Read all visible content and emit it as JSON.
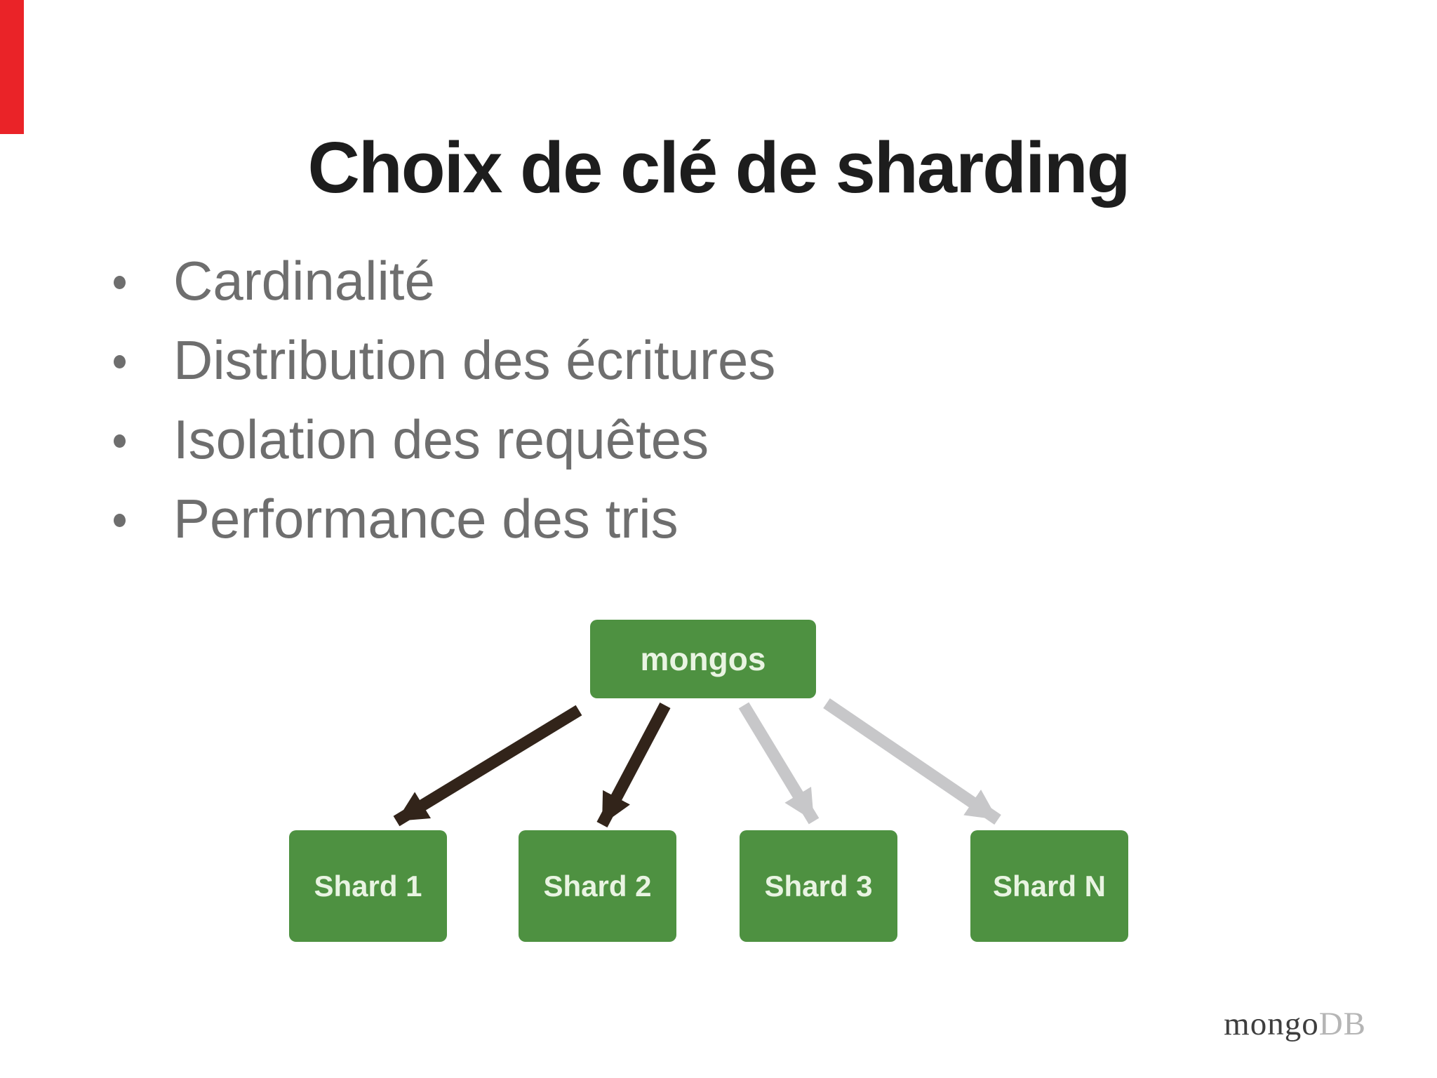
{
  "slide": {
    "title": "Choix de clé de sharding",
    "bullets": [
      "Cardinalité",
      "Distribution des écritures",
      "Isolation des requêtes",
      "Performance des tris"
    ],
    "diagram": {
      "router": {
        "label": "mongos"
      },
      "shards": [
        {
          "label": "Shard 1"
        },
        {
          "label": "Shard 2"
        },
        {
          "label": "Shard 3"
        },
        {
          "label": "Shard N"
        }
      ]
    },
    "logo": {
      "part1": "mongo",
      "part2": "DB"
    },
    "colors": {
      "accent_red": "#ea2328",
      "box_green": "#4e9141",
      "box_label": "#e9f4e2",
      "arrow_dark": "#32241a",
      "arrow_light": "#c7c7c9",
      "title_text": "#1d1d1d",
      "bullet_text": "#6e6e6e",
      "logo_dark": "#3e3e3e",
      "logo_light": "#b5b5b5"
    }
  }
}
